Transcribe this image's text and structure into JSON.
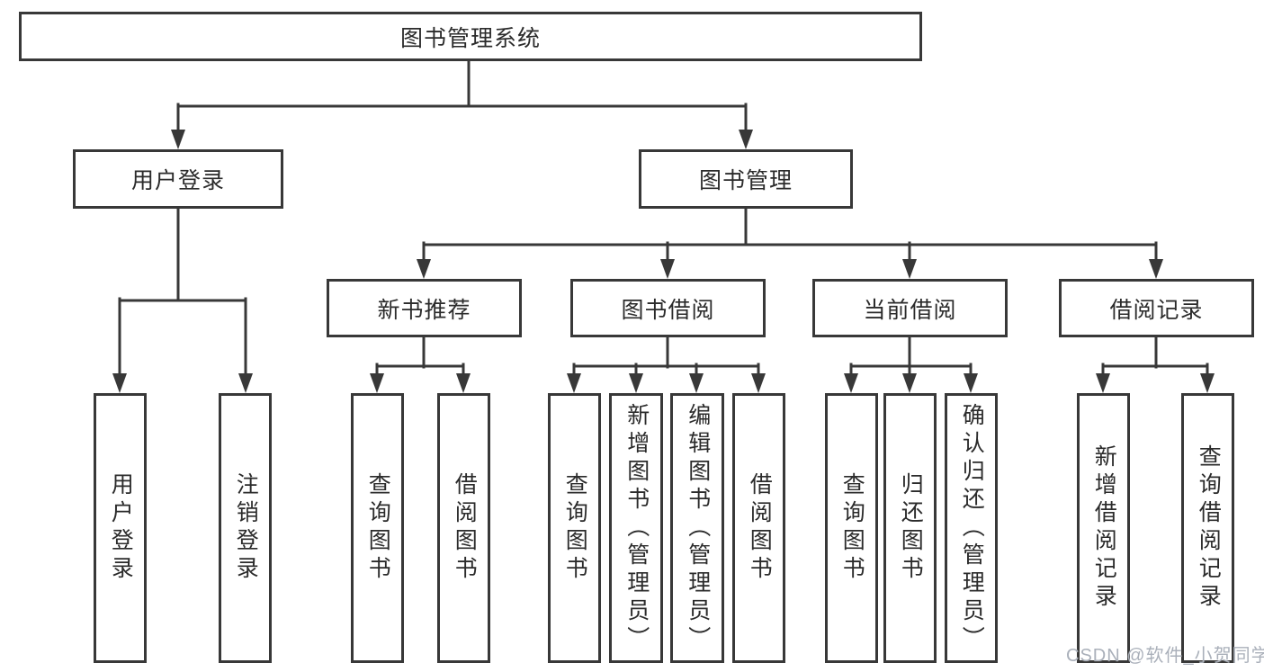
{
  "tree": {
    "root": "图书管理系统",
    "branches": [
      {
        "label": "用户登录",
        "children": [
          "用户登录",
          "注销登录"
        ]
      },
      {
        "label": "图书管理",
        "children": [
          {
            "label": "新书推荐",
            "leaves": [
              "查询图书",
              "借阅图书"
            ]
          },
          {
            "label": "图书借阅",
            "leaves": [
              "查询图书",
              "新增图书（管理员）",
              "编辑图书（管理员）",
              "借阅图书"
            ]
          },
          {
            "label": "当前借阅",
            "leaves": [
              "查询图书",
              "归还图书",
              "确认归还（管理员）"
            ]
          },
          {
            "label": "借阅记录",
            "leaves": [
              "新增借阅记录",
              "查询借阅记录"
            ]
          }
        ]
      }
    ]
  },
  "watermark": "CSDN @软件_小贺同学",
  "colors": {
    "line": "#383838",
    "box_border": "#383838",
    "box_background": "#ffffff",
    "text": "#2b2b2b",
    "watermark": "#aab0ba",
    "page_background": "#ffffff"
  }
}
